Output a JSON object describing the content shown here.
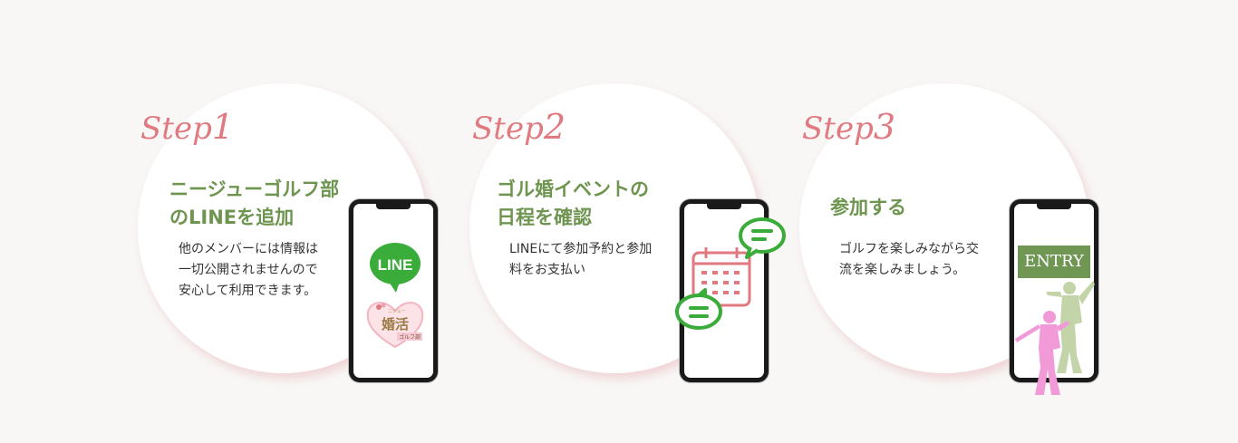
{
  "steps": [
    {
      "label": "Step",
      "number": "1",
      "title_line1": "ニージューゴルフ部",
      "title_line2": "のLINEを追加",
      "desc_line1": "他のメンバーには情報は",
      "desc_line2": "一切公開されませんので",
      "desc_line3": "安心して利用できます。",
      "line_logo": "LINE",
      "brand_small": "ニジュー",
      "brand_main": "婚活",
      "brand_sub": "ゴルフ部"
    },
    {
      "label": "Step",
      "number": "2",
      "title_line1": "ゴル婚イベントの",
      "title_line2": "日程を確認",
      "desc_line1": "LINEにて参加予約と参加",
      "desc_line2": "料をお支払い"
    },
    {
      "label": "Step",
      "number": "3",
      "title_line1": "参加する",
      "desc_line1": "ゴルフを楽しみながら交",
      "desc_line2": "流を楽しみましょう。",
      "entry": "ENTRY"
    }
  ],
  "colors": {
    "accent_pink": "#e07a80",
    "title_green": "#6e9550",
    "line_green": "#3aac3a",
    "entry_green": "#6f9653",
    "golfer_pink": "#f29ad8",
    "golfer_green": "#c3d4a8",
    "calendar_red": "#e07a80"
  }
}
